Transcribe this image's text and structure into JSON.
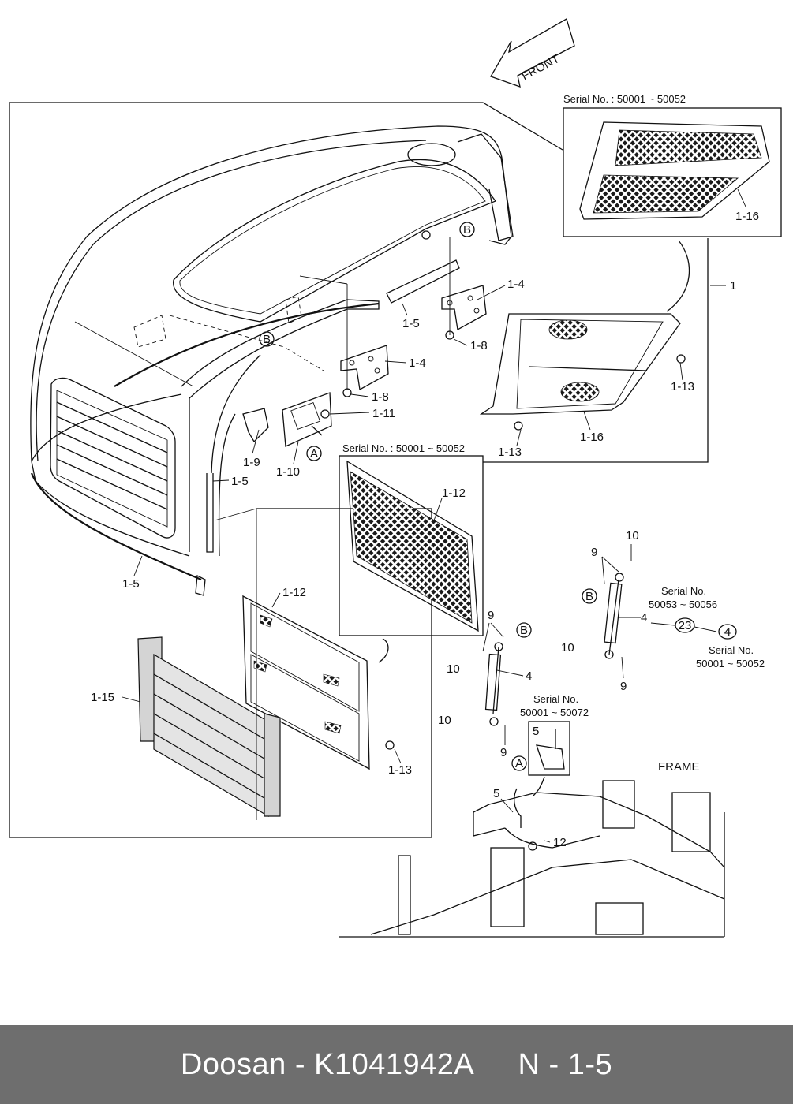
{
  "direction": {
    "front": "FRONT"
  },
  "frame_label": "FRAME",
  "serial_notes": {
    "top_grille": "Serial No. : 50001 ~ 50052",
    "mid_screen": "Serial No. : 50001 ~ 50052",
    "strut_a_line1": "Serial No.",
    "strut_a_line2": "50053 ~ 50056",
    "strut_b_line1": "Serial No.",
    "strut_b_line2": "50001 ~ 50052",
    "bracket_line1": "Serial No.",
    "bracket_line2": "50001 ~ 50072"
  },
  "circle_refs": {
    "a": "A",
    "b": "B",
    "part23": "23",
    "part4": "4"
  },
  "callouts": {
    "p1": "1",
    "p1_4a": "1-4",
    "p1_4b": "1-4",
    "p1_5a": "1-5",
    "p1_5b": "1-5",
    "p1_5c": "1-5",
    "p1_8a": "1-8",
    "p1_8b": "1-8",
    "p1_9": "1-9",
    "p1_10": "1-10",
    "p1_11": "1-11",
    "p1_12a": "1-12",
    "p1_12b": "1-12",
    "p1_13a": "1-13",
    "p1_13b": "1-13",
    "p1_13c": "1-13",
    "p1_15": "1-15",
    "p1_16a": "1-16",
    "p1_16b": "1-16",
    "p4a": "4",
    "p4b": "4",
    "p5a": "5",
    "p5b": "5",
    "p9a": "9",
    "p9b": "9",
    "p9c": "9",
    "p9d": "9",
    "p10a": "10",
    "p10b": "10",
    "p10c": "10",
    "p10d": "10",
    "p12": "12"
  },
  "footer": {
    "brand": "Doosan",
    "sep": "-",
    "part_number": "K1041942A",
    "ref": "N - 1-5"
  }
}
